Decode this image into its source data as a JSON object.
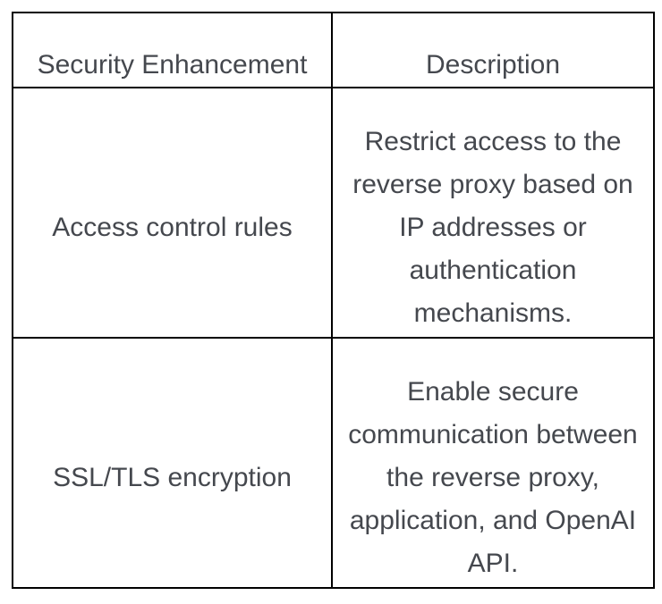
{
  "colors": {
    "background": "#ffffff",
    "border": "#000000",
    "text": "#45484e"
  },
  "table": {
    "headers": [
      {
        "label": "Security Enhancement"
      },
      {
        "label": "Description"
      }
    ],
    "rows": [
      {
        "enhancement": "Access control rules",
        "description": "Restrict access to the reverse proxy based on IP addresses or authentication mechanisms."
      },
      {
        "enhancement": "SSL/TLS encryption",
        "description": "Enable secure communication between the reverse proxy, application, and OpenAI API."
      }
    ]
  }
}
